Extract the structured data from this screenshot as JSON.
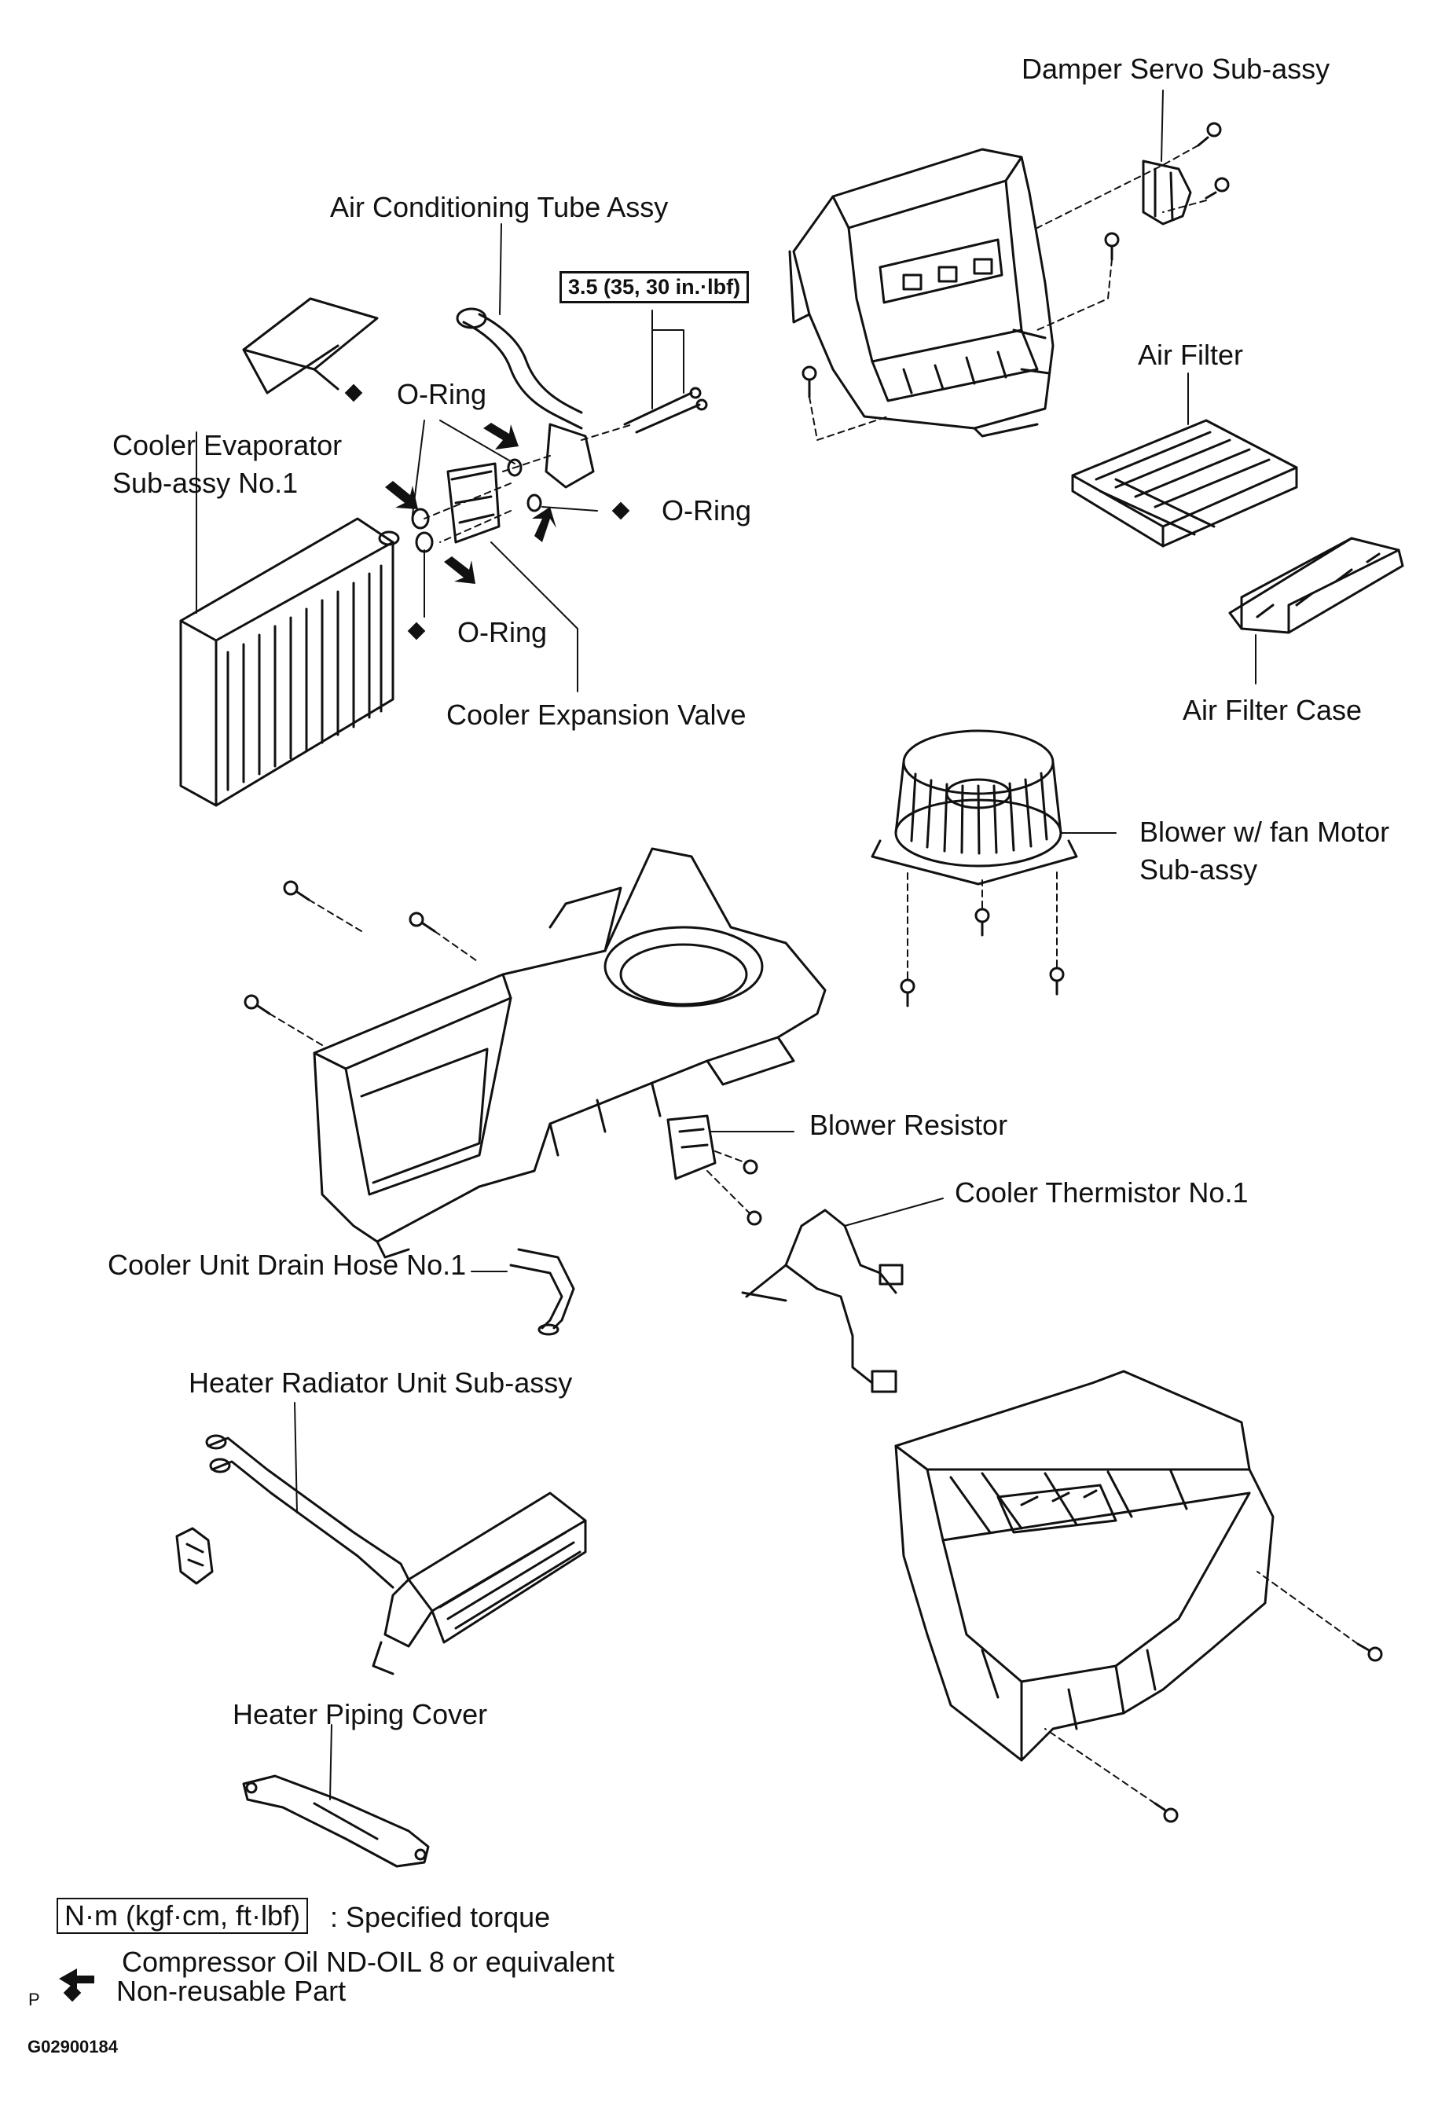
{
  "labels": {
    "damper_servo": "Damper Servo Sub-assy",
    "ac_tube": "Air Conditioning Tube Assy",
    "torque_spec": "3.5 (35, 30 in.·lbf)",
    "oring_top": "O-Ring",
    "oring_right": "O-Ring",
    "oring_bottom": "O-Ring",
    "cooler_evaporator_line1": "Cooler Evaporator",
    "cooler_evaporator_line2": "Sub-assy No.1",
    "cooler_expansion_valve": "Cooler Expansion Valve",
    "air_filter": "Air Filter",
    "air_filter_case": "Air Filter Case",
    "blower_line1": "Blower w/ fan Motor",
    "blower_line2": "Sub-assy",
    "blower_resistor": "Blower Resistor",
    "cooler_thermistor": "Cooler Thermistor No.1",
    "drain_hose": "Cooler Unit Drain Hose No.1",
    "heater_radiator": "Heater Radiator Unit Sub-assy",
    "heater_piping_cover": "Heater Piping Cover"
  },
  "legend": {
    "torque_unit": "N·m (kgf·cm, ft·lbf)",
    "torque_desc": ": Specified torque",
    "oil_desc": "Compressor Oil ND-OIL 8 or equivalent",
    "nonreusable_desc": "Non-reusable Part",
    "page_mark": "P",
    "figure_code": "G02900184"
  }
}
